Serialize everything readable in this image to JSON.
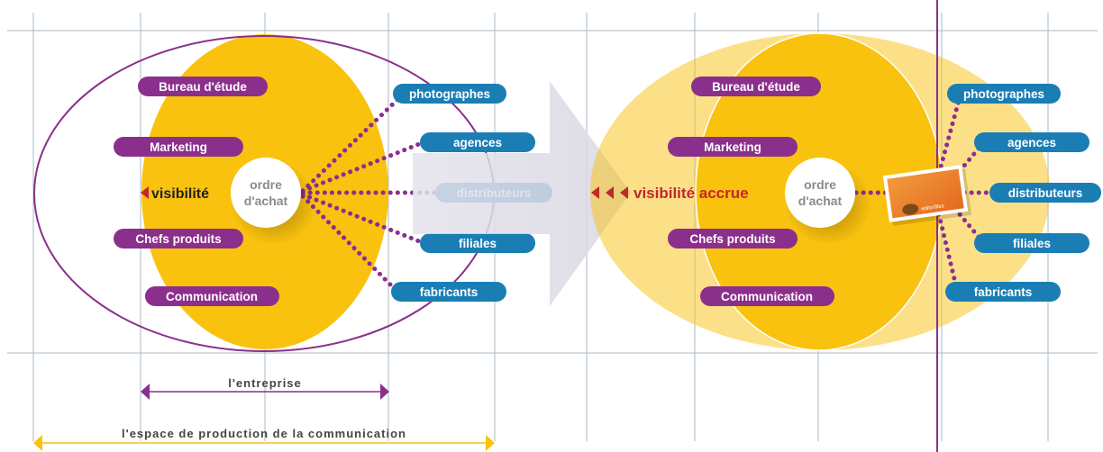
{
  "left": {
    "departments": [
      "Bureau d'étude",
      "Marketing",
      "Chefs produits",
      "Communication"
    ],
    "partners": [
      "photographes",
      "agences",
      "distributeurs",
      "filiales",
      "fabricants"
    ],
    "center": [
      "ordre",
      "d'achat"
    ],
    "visibility_label": "visibilité",
    "company_label": "l'entreprise",
    "production_label": "l'espace de production de la communication"
  },
  "right": {
    "departments": [
      "Bureau d'étude",
      "Marketing",
      "Chefs produits",
      "Communication"
    ],
    "partners": [
      "photographes",
      "agences",
      "distributeurs",
      "filiales",
      "fabricants"
    ],
    "center": [
      "ordre",
      "d'achat"
    ],
    "visibility_label": "visibilité accrue",
    "card_logo_text": "editorfiles"
  },
  "colors": {
    "purple": "#8B2F8C",
    "blue": "#1A7EB5",
    "orange": "#F9C20F",
    "pale_orange": "#FBE08C",
    "red": "#C0282D",
    "grid": "#A9B8C9"
  }
}
